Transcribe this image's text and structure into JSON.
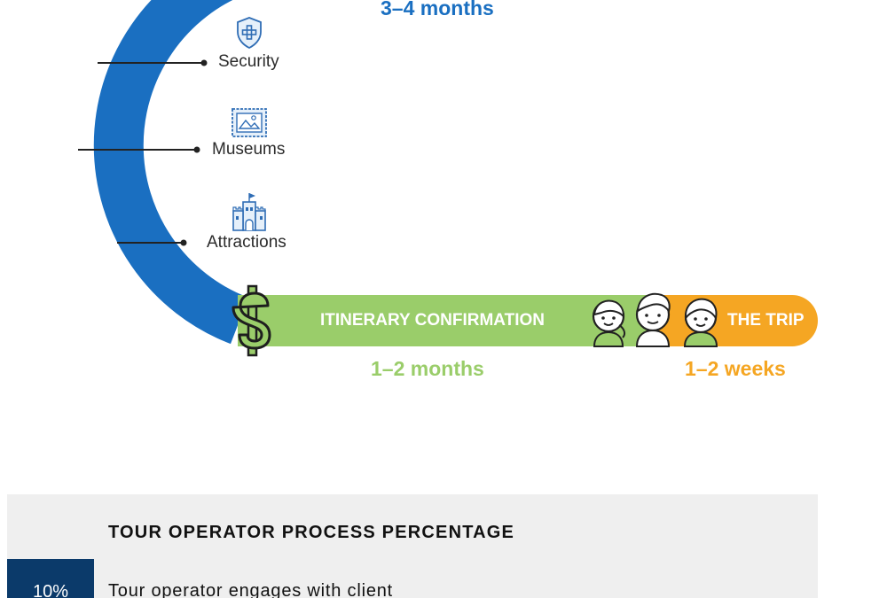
{
  "diagram": {
    "top_duration": "3–4 months",
    "items": [
      {
        "label": "Security",
        "icon": "shield-plus-icon"
      },
      {
        "label": "Museums",
        "icon": "framed-picture-icon"
      },
      {
        "label": "Attractions",
        "icon": "castle-icon"
      }
    ],
    "itinerary": {
      "label": "ITINERARY CONFIRMATION",
      "duration": "1–2 months",
      "color": "#9acd6a",
      "icon": "dollar-sign-icon"
    },
    "trip": {
      "label": "THE TRIP",
      "duration": "1–2 weeks",
      "color": "#f5a623",
      "icon": "travelers-faces-icon"
    },
    "arc_color": "#1a6fc1"
  },
  "panel": {
    "title": "TOUR OPERATOR PROCESS PERCENTAGE",
    "steps": [
      {
        "percent": "10%",
        "text": "Tour operator engages with client"
      }
    ],
    "accent_color": "#0b3a6a"
  }
}
